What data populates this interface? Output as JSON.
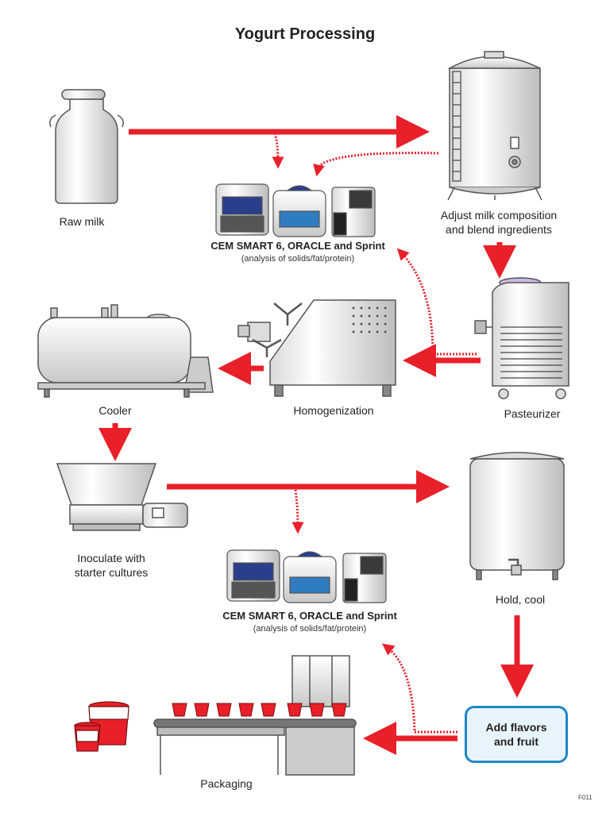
{
  "title": "Yogurt Processing",
  "steps": {
    "raw_milk": "Raw milk",
    "adjust_line1": "Adjust milk composition",
    "adjust_line2": "and blend ingredients",
    "pasteurizer": "Pasteurizer",
    "homogenization": "Homogenization",
    "cooler": "Cooler",
    "inoculate_line1": "Inoculate with",
    "inoculate_line2": "starter cultures",
    "hold_cool": "Hold, cool",
    "flavors_line1": "Add flavors",
    "flavors_line2": "and fruit",
    "packaging": "Packaging"
  },
  "instruments": [
    {
      "name": "CEM SMART 6, ORACLE and Sprint",
      "sub": "(analysis of solids/fat/protein)"
    },
    {
      "name": "CEM SMART 6, ORACLE and Sprint",
      "sub": "(analysis of solids/fat/protein)"
    }
  ],
  "figure_code": "F011",
  "colors": {
    "arrow": "#e8202a",
    "box_border": "#1e86c8",
    "box_fill": "#e8f4fb",
    "cup": "#e8202a"
  }
}
